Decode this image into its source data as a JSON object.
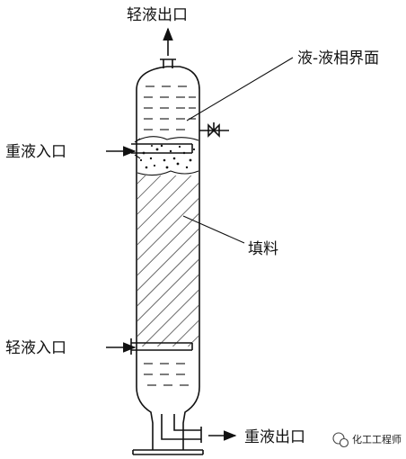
{
  "labels": {
    "light_outlet": "轻液出口",
    "interface": "液-液相界面",
    "heavy_inlet": "重液入口",
    "packing": "填料",
    "light_inlet": "轻液入口",
    "heavy_outlet": "重液出口"
  },
  "watermark": {
    "text": "化工工程师",
    "icon": "wechat-icon"
  },
  "colors": {
    "line": "#111111",
    "background": "#ffffff"
  }
}
